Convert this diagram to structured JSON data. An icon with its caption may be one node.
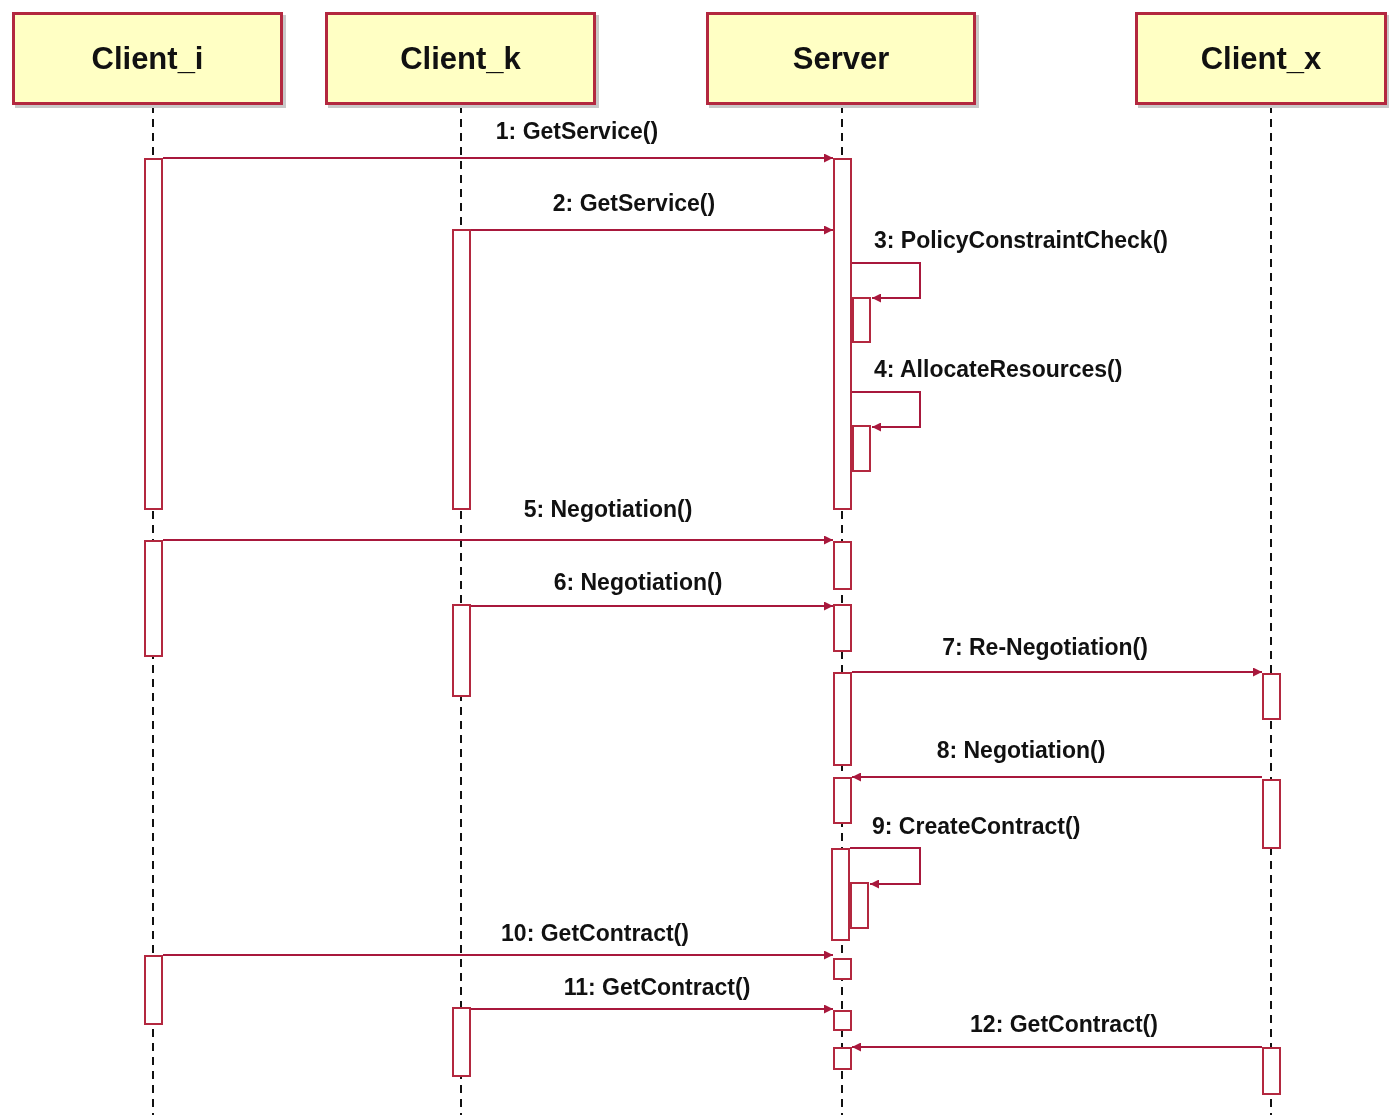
{
  "diagram": {
    "nodes": [
      {
        "text": [
          "Client_i"
        ]
      },
      {
        "text": [
          "Client_k"
        ]
      },
      {
        "text": [
          "Server"
        ]
      },
      {
        "text": [
          "Client_x"
        ]
      },
      {
        "text": [],
        "shape": "bar"
      },
      {
        "text": [],
        "shape": "bar"
      },
      {
        "text": [],
        "shape": "bar"
      },
      {
        "text": [],
        "shape": "bar"
      },
      {
        "text": [],
        "shape": "bar"
      },
      {
        "text": [],
        "shape": "bar"
      },
      {
        "text": [],
        "shape": "bar"
      },
      {
        "text": [],
        "shape": "bar"
      },
      {
        "text": [],
        "shape": "bar"
      },
      {
        "text": [],
        "shape": "bar"
      },
      {
        "text": [],
        "shape": "bar"
      },
      {
        "text": [],
        "shape": "bar"
      },
      {
        "text": [],
        "shape": "bar"
      },
      {
        "text": [],
        "shape": "bar"
      },
      {
        "text": [],
        "shape": "bar"
      },
      {
        "text": [],
        "shape": "bar"
      },
      {
        "text": [],
        "shape": "bar"
      },
      {
        "text": [],
        "shape": "bar"
      },
      {
        "text": [],
        "shape": "bar"
      },
      {
        "text": [],
        "shape": "bar"
      },
      {
        "text": [],
        "shape": "bar"
      }
    ],
    "edges": [
      {
        "from": 4,
        "to": 10,
        "arrow": "to",
        "label": "1: GetService()"
      },
      {
        "from": 7,
        "to": 10,
        "arrow": "to",
        "label": "2: GetService()"
      },
      {
        "from": 10,
        "to": 11,
        "arrow": "to",
        "label": "3: PolicyConstraintCheck()"
      },
      {
        "from": 10,
        "to": 12,
        "arrow": "to",
        "label": "4: AllocateResources()"
      },
      {
        "from": 5,
        "to": 13,
        "arrow": "to",
        "label": "5: Negotiation()"
      },
      {
        "from": 8,
        "to": 14,
        "arrow": "to",
        "label": "6: Negotiation()"
      },
      {
        "from": 15,
        "to": 22,
        "arrow": "to",
        "label": "7: Re-Negotiation()"
      },
      {
        "from": 23,
        "to": 16,
        "arrow": "to",
        "label": "8: Negotiation()"
      },
      {
        "from": 17,
        "to": 18,
        "arrow": "to",
        "label": "9: CreateContract()"
      },
      {
        "from": 6,
        "to": 19,
        "arrow": "to",
        "label": "10: GetContract()"
      },
      {
        "from": 9,
        "to": 20,
        "arrow": "to",
        "label": "11: GetContract()"
      },
      {
        "from": 24,
        "to": 21,
        "arrow": "to",
        "label": "12: GetContract()"
      }
    ]
  }
}
